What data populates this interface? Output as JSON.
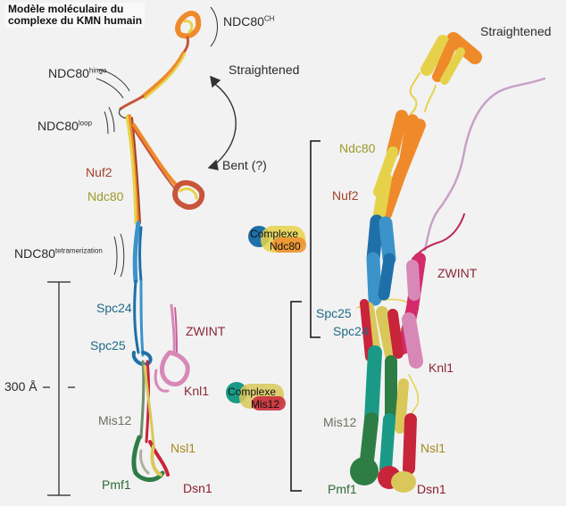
{
  "title": {
    "line1": "Modèle moléculaire du",
    "line2": "complexe du KMN humain"
  },
  "left_panel": {
    "ndc80_ch": "NDC80",
    "ndc80_ch_sup": "CH",
    "ndc80_hinge": "NDC80",
    "ndc80_hinge_sup": "hinge",
    "ndc80_loop": "NDC80",
    "ndc80_loop_sup": "loop",
    "ndc80_tetra": "NDC80",
    "ndc80_tetra_sup": "tetramerization",
    "straightened": "Straightened",
    "bent": "Bent (?)",
    "nuf2": "Nuf2",
    "ndc80": "Ndc80",
    "spc24": "Spc24",
    "spc25": "Spc25",
    "zwint": "ZWINT",
    "knl1": "Knl1",
    "mis12": "Mis12",
    "nsl1": "Nsl1",
    "pmf1": "Pmf1",
    "dsn1": "Dsn1",
    "scale": "300 Å"
  },
  "center": {
    "complexe_ndc80_l1": "Complexe",
    "complexe_ndc80_l2": "Ndc80",
    "complexe_mis12_l1": "Complexe",
    "complexe_mis12_l2": "Mis12"
  },
  "right_panel": {
    "straightened": "Straightened",
    "ndc80": "Ndc80",
    "nuf2": "Nuf2",
    "zwint": "ZWINT",
    "spc25": "Spc25",
    "spc24": "Spc24",
    "knl1": "Knl1",
    "mis12": "Mis12",
    "nsl1": "Nsl1",
    "pmf1": "Pmf1",
    "dsn1": "Dsn1"
  },
  "colors": {
    "ndc80": "#e6d24a",
    "nuf2": "#ef8a2a",
    "spc24": "#1f6fa8",
    "spc25": "#3b93c9",
    "zwint": "#d42a6a",
    "knl1": "#d788b7",
    "mis12": "#1a9a86",
    "nsl1": "#d9c859",
    "pmf1": "#2e7d45",
    "dsn1": "#c8243a"
  }
}
